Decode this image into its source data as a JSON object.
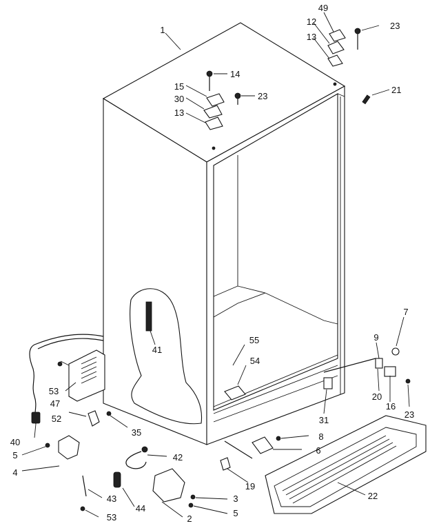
{
  "colors": {
    "ink": "#111111",
    "background": "#ffffff"
  },
  "callouts": [
    {
      "id": "c1",
      "text": "1"
    },
    {
      "id": "c49",
      "text": "49"
    },
    {
      "id": "c12",
      "text": "12"
    },
    {
      "id": "c13a",
      "text": "13"
    },
    {
      "id": "c23a",
      "text": "23"
    },
    {
      "id": "c14",
      "text": "14"
    },
    {
      "id": "c15",
      "text": "15"
    },
    {
      "id": "c23b",
      "text": "23"
    },
    {
      "id": "c30",
      "text": "30"
    },
    {
      "id": "c13b",
      "text": "13"
    },
    {
      "id": "c21",
      "text": "21"
    },
    {
      "id": "c41",
      "text": "41"
    },
    {
      "id": "c55",
      "text": "55"
    },
    {
      "id": "c54",
      "text": "54"
    },
    {
      "id": "c7",
      "text": "7"
    },
    {
      "id": "c9",
      "text": "9"
    },
    {
      "id": "c53a",
      "text": "53"
    },
    {
      "id": "c47",
      "text": "47"
    },
    {
      "id": "c52",
      "text": "52"
    },
    {
      "id": "c40",
      "text": "40"
    },
    {
      "id": "c35",
      "text": "35"
    },
    {
      "id": "c31",
      "text": "31"
    },
    {
      "id": "c20",
      "text": "20"
    },
    {
      "id": "c16",
      "text": "16"
    },
    {
      "id": "c23c",
      "text": "23"
    },
    {
      "id": "c8",
      "text": "8"
    },
    {
      "id": "c6",
      "text": "6"
    },
    {
      "id": "c5a",
      "text": "5"
    },
    {
      "id": "c42",
      "text": "42"
    },
    {
      "id": "c4",
      "text": "4"
    },
    {
      "id": "c43",
      "text": "43"
    },
    {
      "id": "c44",
      "text": "44"
    },
    {
      "id": "c3",
      "text": "3"
    },
    {
      "id": "c5b",
      "text": "5"
    },
    {
      "id": "c2",
      "text": "2"
    },
    {
      "id": "c53b",
      "text": "53"
    },
    {
      "id": "c19",
      "text": "19"
    },
    {
      "id": "c22",
      "text": "22"
    }
  ]
}
